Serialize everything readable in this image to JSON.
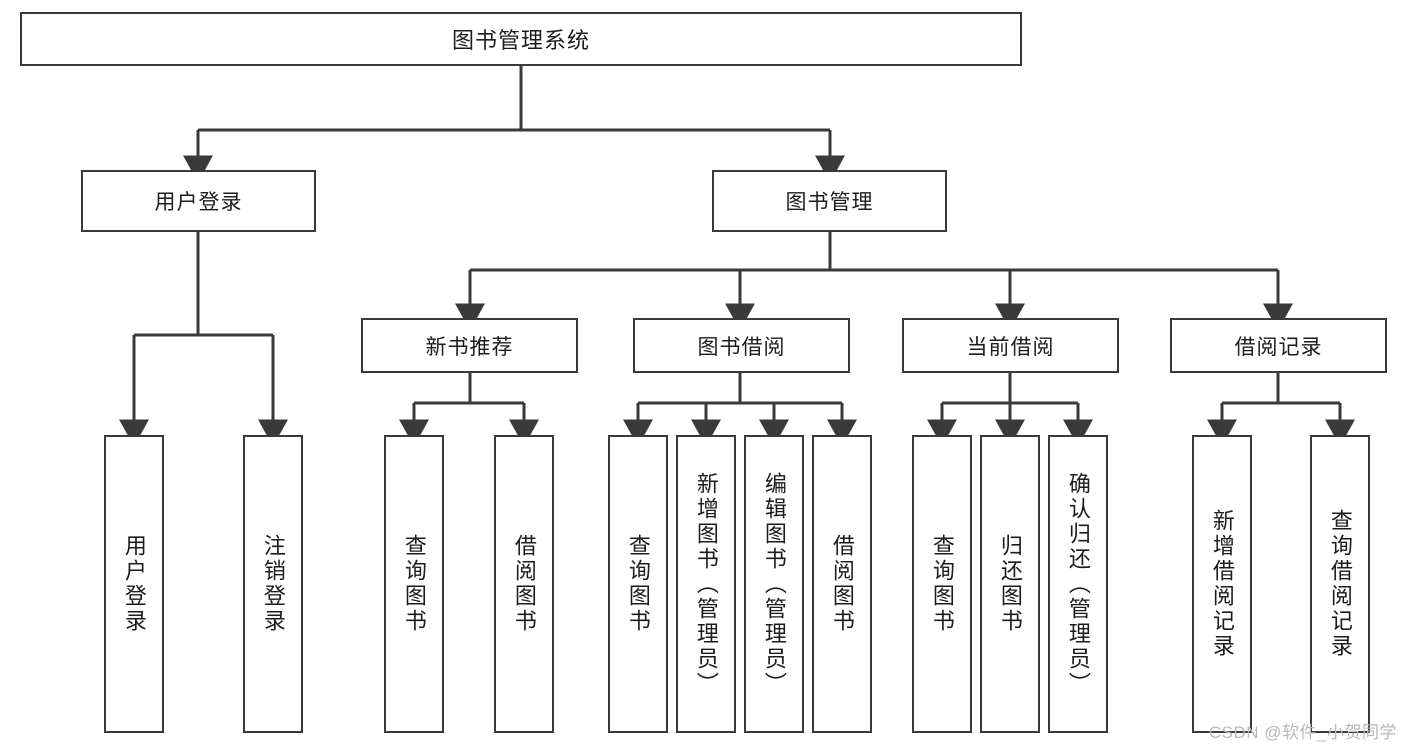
{
  "diagram": {
    "root": {
      "label": "图书管理系统"
    },
    "level2": [
      {
        "label": "用户登录"
      },
      {
        "label": "图书管理"
      }
    ],
    "level3": [
      {
        "label": "新书推荐"
      },
      {
        "label": "图书借阅"
      },
      {
        "label": "当前借阅"
      },
      {
        "label": "借阅记录"
      }
    ],
    "leaves": {
      "user_login": [
        {
          "label": "用户登录"
        },
        {
          "label": "注销登录"
        }
      ],
      "new_book": [
        {
          "label": "查询图书"
        },
        {
          "label": "借阅图书"
        }
      ],
      "book_borrow": [
        {
          "label": "查询图书"
        },
        {
          "label": "新增图书（管理员）"
        },
        {
          "label": "编辑图书（管理员）"
        },
        {
          "label": "借阅图书"
        }
      ],
      "current_borrow": [
        {
          "label": "查询图书"
        },
        {
          "label": "归还图书"
        },
        {
          "label": "确认归还（管理员）"
        }
      ],
      "borrow_record": [
        {
          "label": "新增借阅记录"
        },
        {
          "label": "查询借阅记录"
        }
      ]
    }
  },
  "watermark": {
    "text": "CSDN @软件_小贺同学"
  },
  "colors": {
    "stroke": "#3a3a3a",
    "fill": "#ffffff",
    "text": "#1c1c1c",
    "watermark": "#b8b8b8"
  }
}
